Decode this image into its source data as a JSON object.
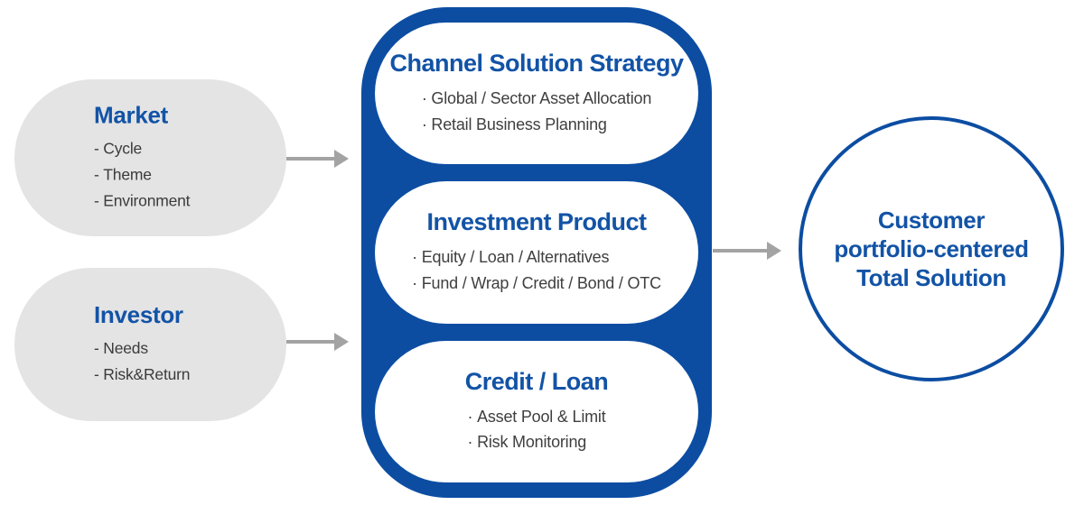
{
  "colors": {
    "primary_blue": "#0c4da2",
    "title_blue": "#1253a6",
    "pill_gray": "#e4e4e5",
    "text_dark": "#3b3b3b",
    "arrow_gray": "#a3a3a3"
  },
  "inputs": [
    {
      "title": "Market",
      "items": [
        "Cycle",
        "Theme",
        "Environment"
      ]
    },
    {
      "title": "Investor",
      "items": [
        "Needs",
        "Risk&Return"
      ]
    }
  ],
  "process": {
    "sections": [
      {
        "title": "Channel Solution Strategy",
        "bullets": [
          "Global / Sector Asset Allocation",
          "Retail Business Planning"
        ]
      },
      {
        "title": "Investment Product",
        "bullets": [
          "Equity / Loan / Alternatives",
          "Fund / Wrap / Credit / Bond / OTC"
        ]
      },
      {
        "title": "Credit / Loan",
        "bullets": [
          "Asset Pool & Limit",
          "Risk Monitoring"
        ]
      }
    ]
  },
  "outcome": {
    "lines": [
      "Customer",
      "portfolio-centered",
      "Total Solution"
    ]
  }
}
